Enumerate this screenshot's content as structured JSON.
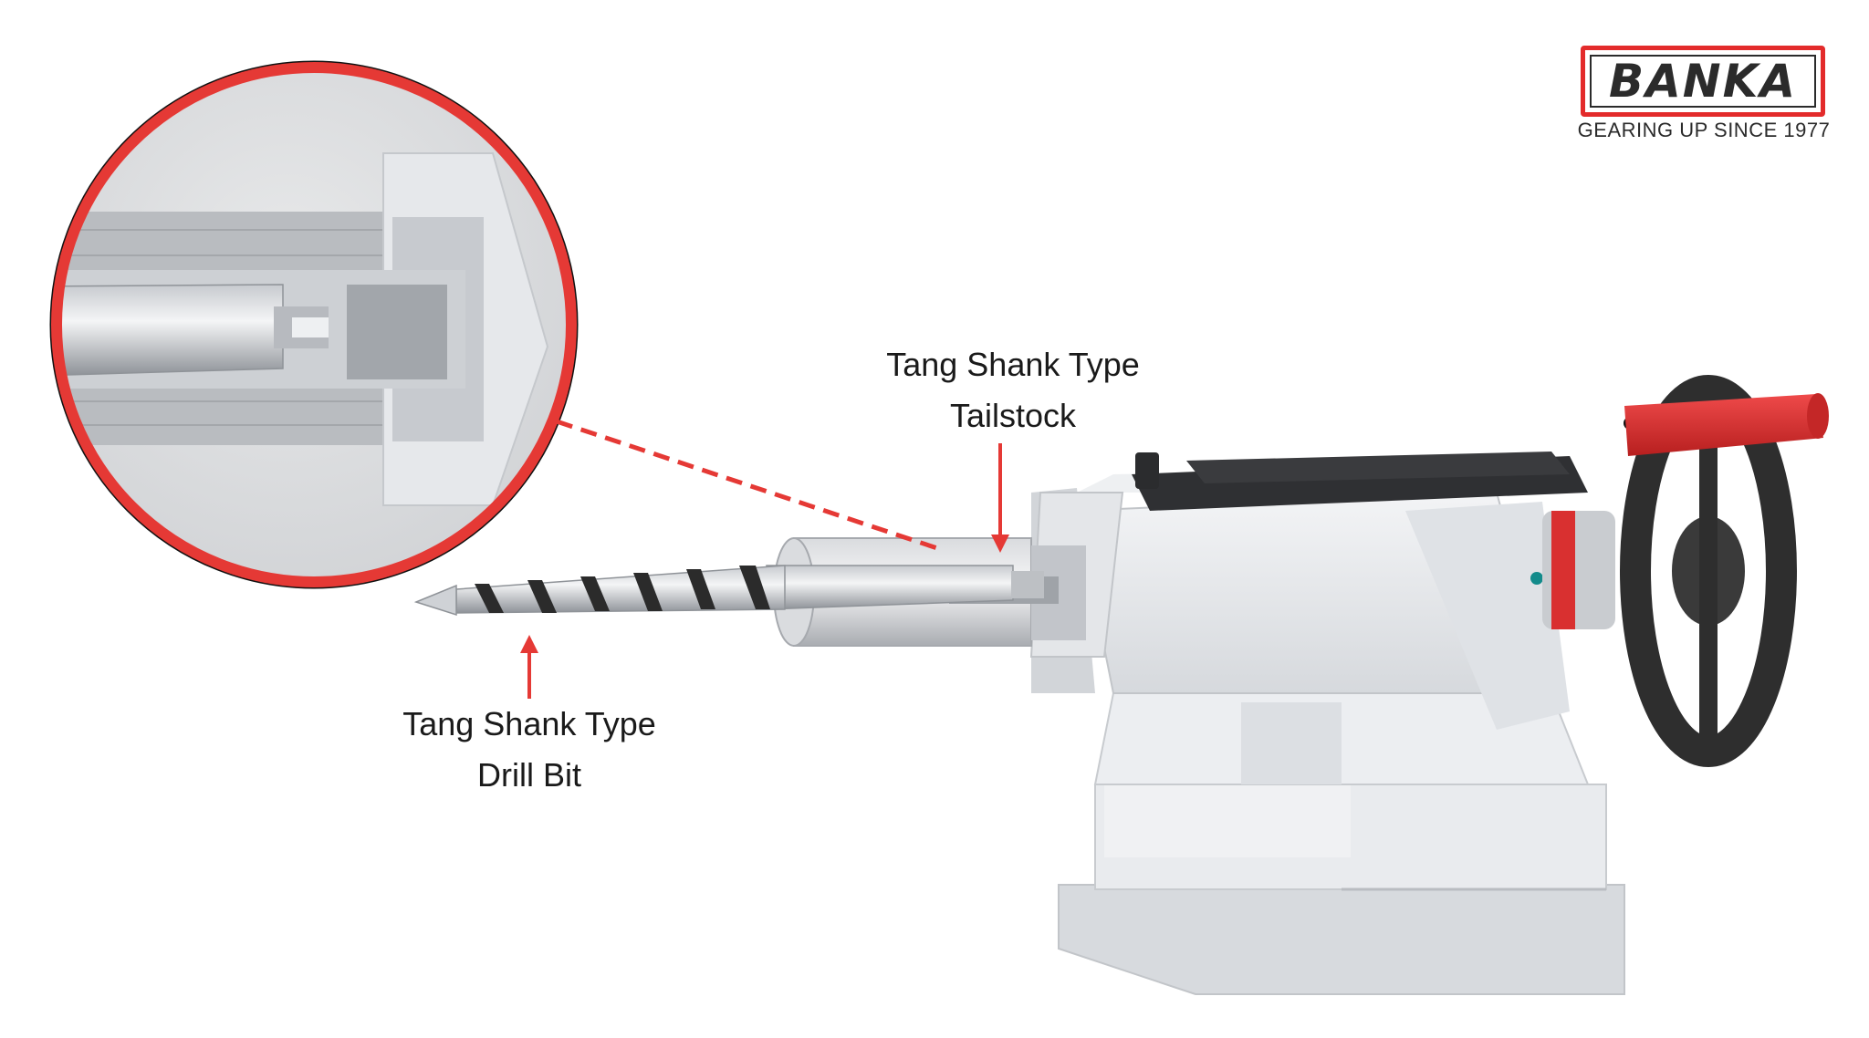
{
  "brand": {
    "name": "BANKA",
    "tagline": "GEARING UP SINCE 1977",
    "color_red": "#e32b2b",
    "color_dark": "#2b2b2b"
  },
  "labels": {
    "tailstock": {
      "line1": "Tang Shank Type",
      "line2": "Tailstock"
    },
    "drill_bit": {
      "line1": "Tang Shank Type",
      "line2": "Drill Bit"
    }
  },
  "colors": {
    "accent": "#e53935",
    "handle": "#d93030",
    "metal": "#e3e5e8",
    "wheel": "#2e2e2e"
  },
  "icons": {
    "magnifier": "magnified-detail-circle",
    "arrow": "red-pointer-arrow",
    "callout": "dashed-callout-line"
  }
}
